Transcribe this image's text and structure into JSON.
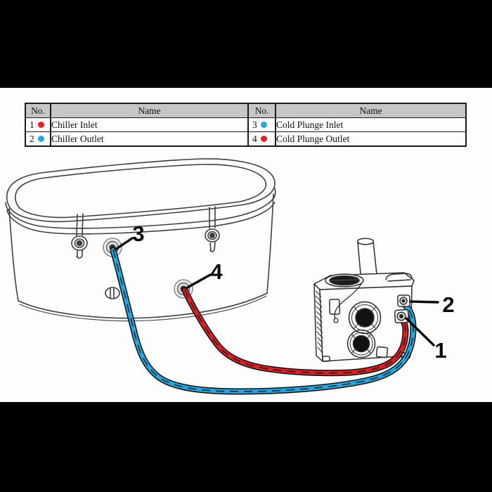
{
  "legend": {
    "headers": [
      "No.",
      "Name",
      "No.",
      "Name"
    ],
    "header_bg": "#c6c6c6",
    "rows": [
      {
        "left_no": "1",
        "left_dot_color": "#e32227",
        "left_name": "Chiller Inlet",
        "right_no": "3",
        "right_dot_color": "#29a8e0",
        "right_name": "Cold Plunge Inlet"
      },
      {
        "left_no": "2",
        "left_dot_color": "#29a8e0",
        "left_name": "Chiller Outlet",
        "right_no": "4",
        "right_dot_color": "#e32227",
        "right_name": "Cold Plunge Outlet"
      }
    ]
  },
  "diagram": {
    "callouts": {
      "chiller_inlet": "1",
      "chiller_outlet": "2",
      "cold_plunge_inlet": "3",
      "cold_plunge_outlet": "4"
    }
  },
  "colors": {
    "hose_hot": "#d92128",
    "hose_cold": "#2ba3dc",
    "line_art": "#3f3f3f"
  }
}
